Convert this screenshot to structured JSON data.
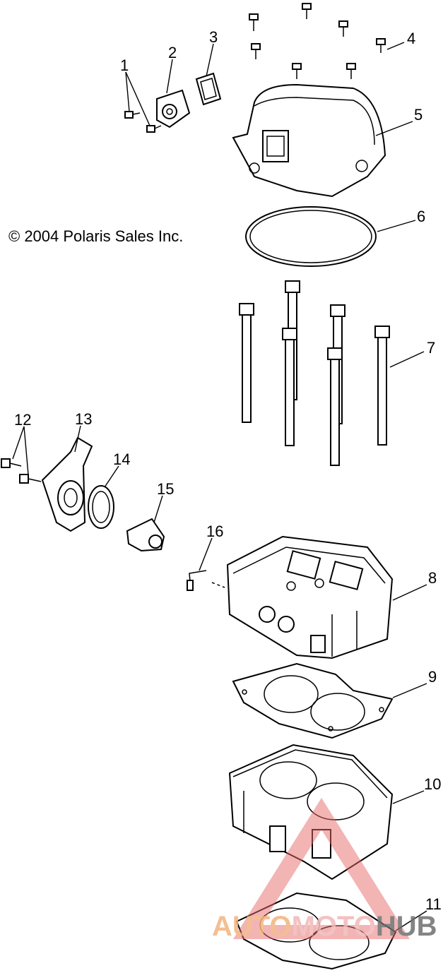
{
  "copyright": "© 2004 Polaris Sales Inc.",
  "callouts": [
    "1",
    "2",
    "3",
    "4",
    "5",
    "6",
    "7",
    "8",
    "9",
    "10",
    "11",
    "12",
    "13",
    "14",
    "15",
    "16"
  ],
  "watermark": {
    "auto": "AUTO",
    "moto": "MOTO",
    "hub": "HUB"
  },
  "colors": {
    "ink": "#000000",
    "watermark_red": "#e86a6a",
    "watermark_orange": "#f2b47e",
    "watermark_gray": "#6f6f6f"
  }
}
